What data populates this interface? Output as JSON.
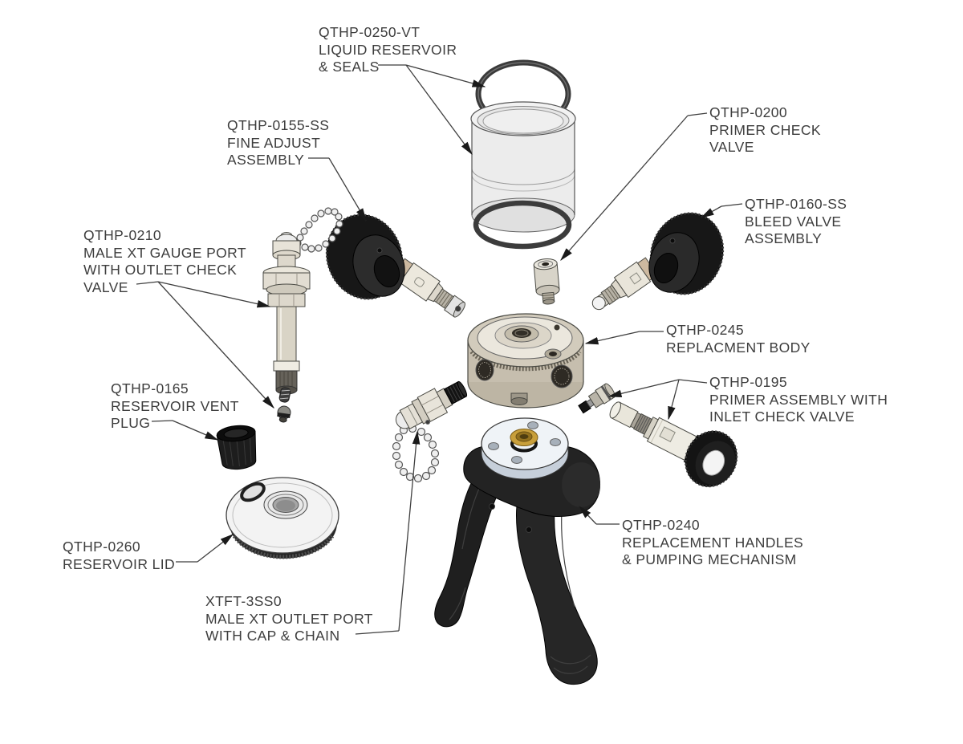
{
  "diagram": {
    "background_color": "#ffffff",
    "text_color": "#3d3d3d",
    "line_color": "#3f3f3f",
    "colors": {
      "knob_black": "#171717",
      "handle_black": "#232323",
      "body_tan": "#c6beae",
      "metal_cream": "#ece8dd",
      "brass": "#c89f3b",
      "flange_white": "#eff3f7",
      "reservoir_glass": "#dcdcdc",
      "seal_dark": "#3c3c3c"
    },
    "labels": [
      {
        "part_number": "QTHP-0250-VT",
        "description": [
          "LIQUID RESERVOIR",
          "& SEALS"
        ]
      },
      {
        "part_number": "QTHP-0155-SS",
        "description": [
          "FINE ADJUST",
          "ASSEMBLY"
        ]
      },
      {
        "part_number": "QTHP-0200",
        "description": [
          "PRIMER CHECK",
          "VALVE"
        ]
      },
      {
        "part_number": "QTHP-0210",
        "description": [
          "MALE XT GAUGE PORT",
          "WITH OUTLET CHECK",
          "VALVE"
        ]
      },
      {
        "part_number": "QTHP-0160-SS",
        "description": [
          "BLEED VALVE",
          "ASSEMBLY"
        ]
      },
      {
        "part_number": "QTHP-0245",
        "description": [
          "REPLACMENT BODY"
        ]
      },
      {
        "part_number": "QTHP-0165",
        "description": [
          "RESERVOIR VENT",
          "PLUG"
        ]
      },
      {
        "part_number": "QTHP-0195",
        "description": [
          "PRIMER ASSEMBLY WITH",
          "INLET CHECK VALVE"
        ]
      },
      {
        "part_number": "QTHP-0260",
        "description": [
          "RESERVOIR LID"
        ]
      },
      {
        "part_number": "QTHP-0240",
        "description": [
          "REPLACEMENT HANDLES",
          "& PUMPING MECHANISM"
        ]
      },
      {
        "part_number": "XTFT-3SS0",
        "description": [
          "MALE XT OUTLET PORT",
          "WITH CAP & CHAIN"
        ]
      }
    ]
  }
}
